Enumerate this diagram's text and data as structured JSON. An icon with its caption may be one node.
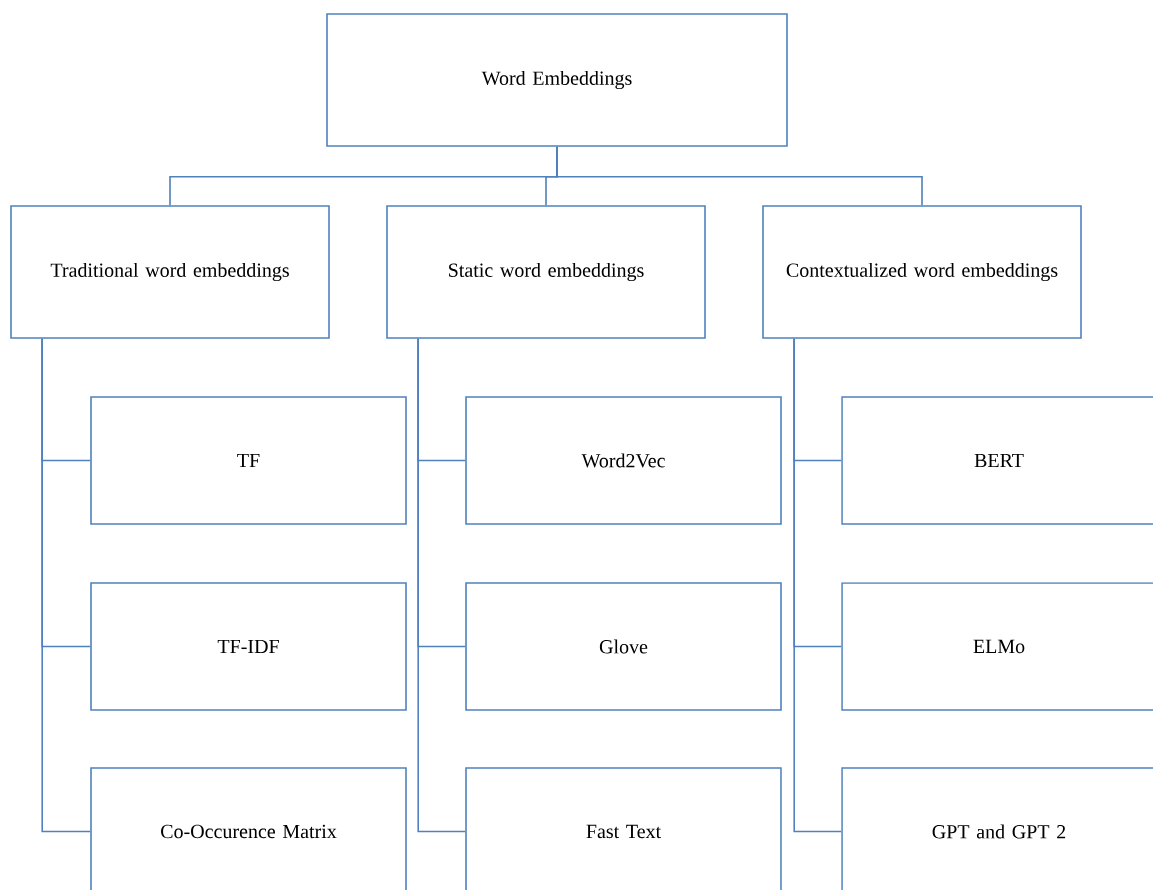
{
  "diagram": {
    "nodes": [
      {
        "text": [
          "Word Embeddings"
        ]
      },
      {
        "text": [
          "Traditional word embeddings"
        ]
      },
      {
        "text": [
          "Static word embeddings"
        ]
      },
      {
        "text": [
          "Contextualized word embeddings"
        ]
      },
      {
        "text": [
          "TF"
        ]
      },
      {
        "text": [
          "TF-IDF"
        ]
      },
      {
        "text": [
          "Co-Occurence Matrix"
        ]
      },
      {
        "text": [
          "Word2Vec"
        ]
      },
      {
        "text": [
          "Glove"
        ]
      },
      {
        "text": [
          "Fast Text"
        ]
      },
      {
        "text": [
          "BERT"
        ]
      },
      {
        "text": [
          "ELMo"
        ]
      },
      {
        "text": [
          "GPT and GPT 2"
        ]
      }
    ],
    "edges": [
      {
        "from": 0,
        "to": 1,
        "arrow": "none"
      },
      {
        "from": 0,
        "to": 2,
        "arrow": "none"
      },
      {
        "from": 0,
        "to": 3,
        "arrow": "none"
      },
      {
        "from": 1,
        "to": 4,
        "arrow": "none"
      },
      {
        "from": 1,
        "to": 5,
        "arrow": "none"
      },
      {
        "from": 1,
        "to": 6,
        "arrow": "none"
      },
      {
        "from": 2,
        "to": 7,
        "arrow": "none"
      },
      {
        "from": 2,
        "to": 8,
        "arrow": "none"
      },
      {
        "from": 2,
        "to": 9,
        "arrow": "none"
      },
      {
        "from": 3,
        "to": 10,
        "arrow": "none"
      },
      {
        "from": 3,
        "to": 11,
        "arrow": "none"
      },
      {
        "from": 3,
        "to": 12,
        "arrow": "none"
      }
    ]
  }
}
